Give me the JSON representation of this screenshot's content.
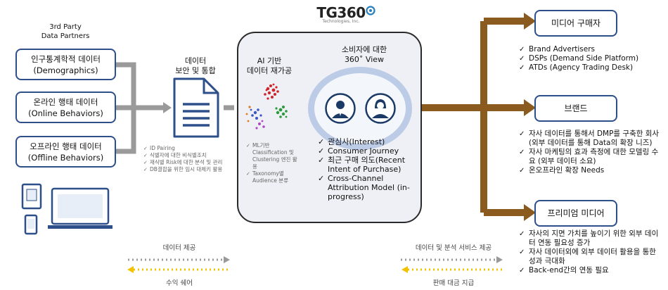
{
  "logo": {
    "name": "TG360",
    "subtitle": "Technologies, Inc."
  },
  "partners": {
    "header_line1": "3rd Party",
    "header_line2": "Data Partners",
    "sources": [
      {
        "ko": "인구통계학적 데이터",
        "en": "(Demographics)"
      },
      {
        "ko": "온라인 행태 데이터",
        "en": "(Online Behaviors)"
      },
      {
        "ko": "오프라인 행태 데이터",
        "en": "(Offline Behaviors)"
      }
    ]
  },
  "security": {
    "title_line1": "데이터",
    "title_line2": "보안 및 통합",
    "notes": [
      "ID Pairing",
      "식별자에 대한 비식별조치",
      "재식별 Risk에 대한 분석 및 관리",
      "DB결합을 위한 임시 대체키 활용"
    ]
  },
  "ai": {
    "title_line1": "AI 기반",
    "title_line2": "데이터 재가공",
    "notes": [
      "ML기반 Classification 및 Clustering 엔진 활용",
      "Taxonomy별 Audience 분류"
    ]
  },
  "view360": {
    "title_line1": "소비자에 대한",
    "title_line2": "360˚ View",
    "items": [
      "관심사(Interest)",
      "Consumer Journey",
      "최근 구매 의도(Recent Intent of Purchase)",
      "Cross-Channel Attribution Model (in- progress)"
    ]
  },
  "destinations": [
    {
      "title": "미디어 구매자",
      "items": [
        "Brand Advertisers",
        "DSPs (Demand Side Platform)",
        "ATDs (Agency Trading Desk)"
      ]
    },
    {
      "title": "브랜드",
      "items": [
        "자사 데이터를 통해서 DMP를 구축한 회사 (외부 데이터를 통해 Data의 확장 니즈)",
        "자사 마케팅의 효과 측정에 대한 모델링 수요 (외부 데이터 소요)",
        "온오프라인 확장 Needs"
      ]
    },
    {
      "title": "프리미엄 미디어",
      "items": [
        "자사의 지면 가치를 높이기 위한 외부 데이터 연동 필요성 증가",
        "자사 데이터외에 외부 데이터 활용을 통한 성과 극대화",
        "Back-end간의 연동 필요"
      ]
    }
  ],
  "flows": {
    "data_provide": "데이터 제공",
    "revenue_share": "수익 쉐어",
    "data_service": "데이터 및 분석 서비스 제공",
    "sales_payment": "판매 대금 지급"
  },
  "colors": {
    "box_border": "#2d4f8a",
    "flow_brown": "#8a5a1e",
    "flow_gray": "#9a9a9a",
    "flow_yellow": "#f2c200",
    "panel_bg": "#eef0f5"
  },
  "icons": [
    "document-icon",
    "cluster-icon",
    "person-male-icon",
    "person-female-icon",
    "tablet-icon",
    "phone-icon",
    "monitor-icon"
  ]
}
